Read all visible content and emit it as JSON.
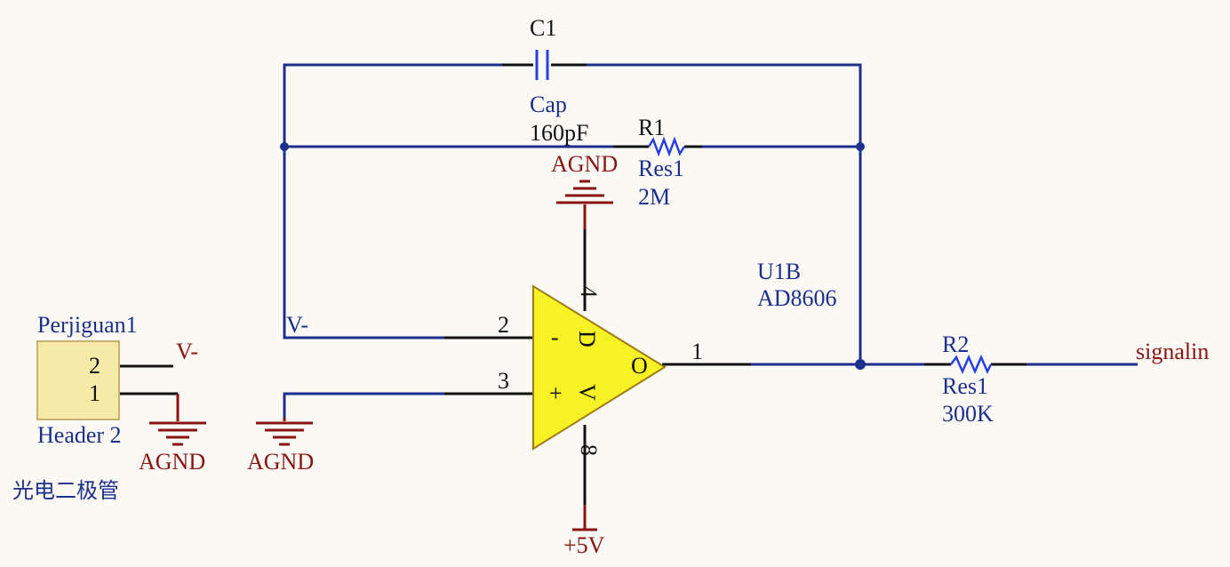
{
  "components": {
    "c1": {
      "ref": "C1",
      "type": "Cap",
      "value": "160pF"
    },
    "r1": {
      "ref": "R1",
      "type": "Res1",
      "value": "2M"
    },
    "r2": {
      "ref": "R2",
      "type": "Res1",
      "value": "300K"
    },
    "u1": {
      "ref": "U1B",
      "part": "AD8606"
    },
    "header": {
      "ref": "Perjiguan1",
      "type": "Header 2",
      "pin2": "2",
      "pin1": "1",
      "caption": "光电二极管"
    }
  },
  "opamp": {
    "pin_minus": "2",
    "pin_plus": "3",
    "pin_out": "1",
    "pin_top": "4",
    "pin_bottom": "8",
    "sym_minus": "-",
    "sym_plus": "+",
    "sym_out": "O",
    "sym_d": "D",
    "sym_v": "V"
  },
  "nets": {
    "vminus": "V-",
    "agnd": "AGND",
    "vcc": "+5V",
    "signal": "signalin"
  },
  "colors": {
    "wire_blue": "#1c2f8c",
    "wire_black": "#111111",
    "power_red": "#8a1414",
    "opamp_fill": "#f7f226",
    "header_fill": "#f6eaa8"
  }
}
